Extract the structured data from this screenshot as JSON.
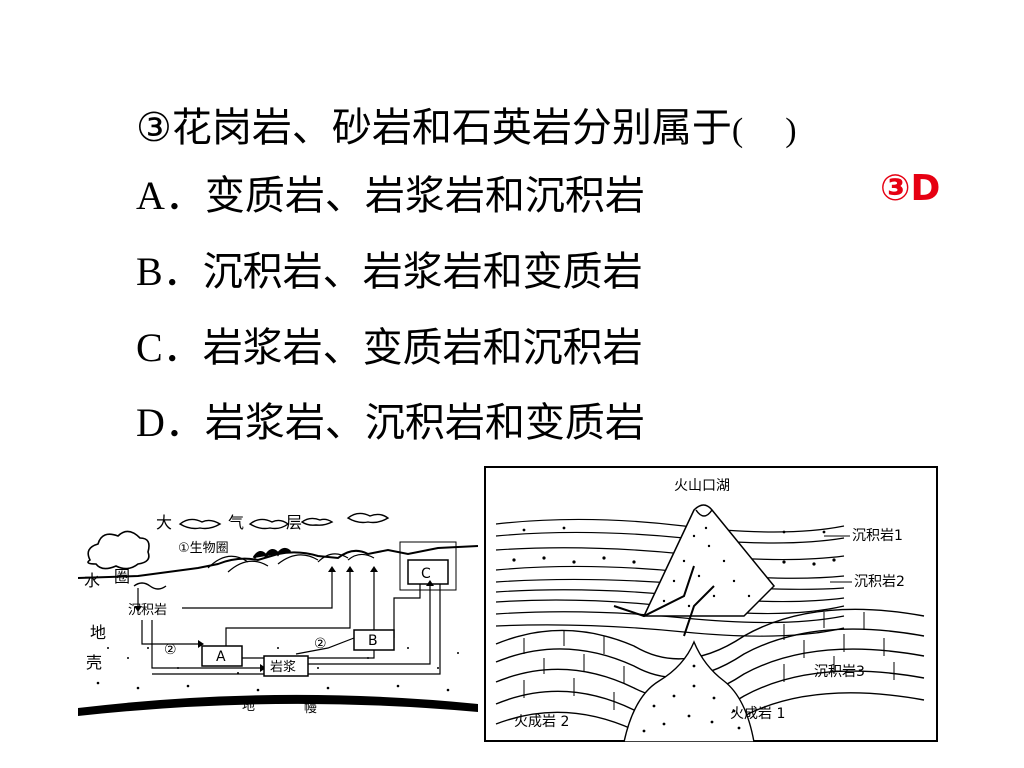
{
  "question": {
    "stem": "③花岗岩、砂岩和石英岩分别属于",
    "paren_open": "(",
    "paren_close": ")",
    "options": [
      {
        "letter": "A．",
        "text": "变质岩、岩浆岩和沉积岩"
      },
      {
        "letter": "B．",
        "text": "沉积岩、岩浆岩和变质岩"
      },
      {
        "letter": "C．",
        "text": "岩浆岩、变质岩和沉积岩"
      },
      {
        "letter": "D．",
        "text": "岩浆岩、沉积岩和变质岩"
      }
    ]
  },
  "answer": "③D",
  "left_diagram": {
    "label_atmosphere_1": "大",
    "label_atmosphere_2": "气",
    "label_atmosphere_3": "层",
    "label_biosphere": "①生物圈",
    "label_hydro_1": "水",
    "label_hydro_2": "圈",
    "label_sediment": "沉积岩",
    "label_crust_1": "地",
    "label_crust_2": "壳",
    "label_circle2_left": "②",
    "label_circle2_right": "②",
    "box_a": "A",
    "box_b": "B",
    "box_c": "C",
    "box_magma": "岩浆",
    "label_mantle_1": "地",
    "label_mantle_2": "幔"
  },
  "right_diagram": {
    "label_crater_lake": "火山口湖",
    "label_sed1": "沉积岩1",
    "label_sed2": "沉积岩2",
    "label_sed3": "沉积岩3",
    "label_igneous1": "火成岩 1",
    "label_igneous2": "火成岩 2"
  }
}
